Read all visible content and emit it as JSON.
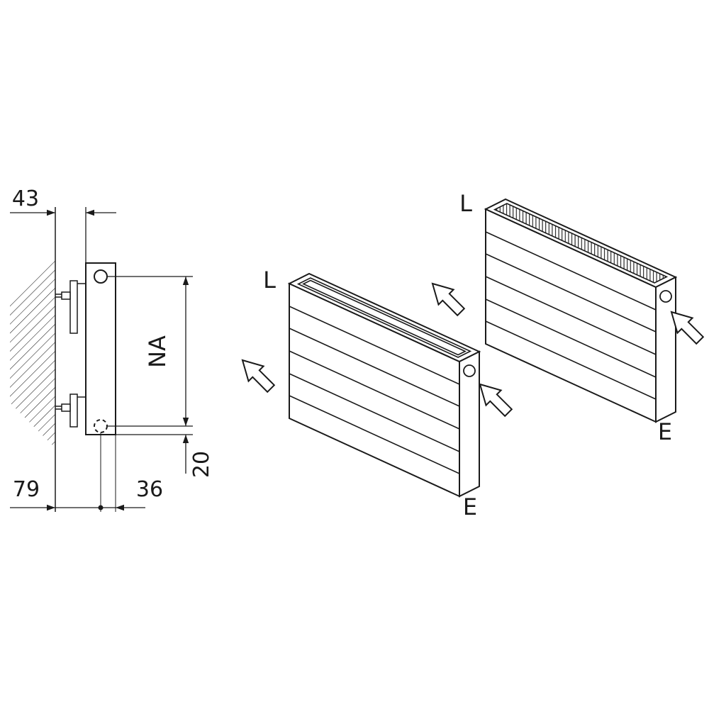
{
  "diagram": {
    "bg_color": "#ffffff",
    "line_color": "#1a1a1a",
    "side_view": {
      "wall_offset": "43",
      "hub_distance": "NA",
      "bottom_left": "79",
      "bottom_mid": "36",
      "bottom_right": "20"
    },
    "isometric": {
      "front_radiator": {
        "label_left": "L",
        "label_right": "E"
      },
      "rear_radiator": {
        "label_left": "L",
        "label_right": "E"
      }
    },
    "icons": {
      "flow_arrow": "outline-arrow-up-left"
    }
  }
}
